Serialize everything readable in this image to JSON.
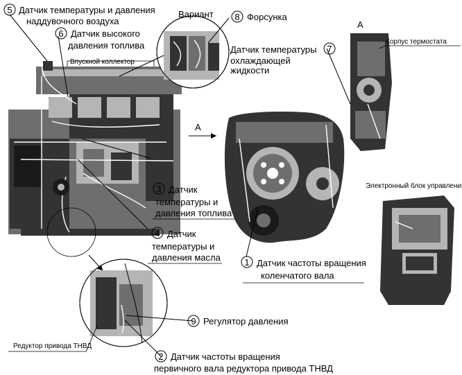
{
  "labels": {
    "s1_num": "1",
    "s1_l1": "Датчик частоты вращения",
    "s1_l2": "коленчатого вала",
    "s2_num": "2",
    "s2_l1": "Датчик частоты вращения",
    "s2_l2": "первичного вала редуктора привода ТНВД",
    "s3_num": "3",
    "s3_l1": "Датчик",
    "s3_l2": "температуры и",
    "s3_l3": "давления топлива",
    "s4_num": "4",
    "s4_l1": "Датчик",
    "s4_l2": "температуры и",
    "s4_l3": "давления масла",
    "s5_num": "5",
    "s5_l1": "Датчик температуры и давления",
    "s5_l2": "наддувочного воздуха",
    "s6_num": "6",
    "s6_l1": "Датчик высокого",
    "s6_l2": "давления топлива",
    "s7_num": "7",
    "s7_l1": "Датчик температуры",
    "s7_l2": "охлаждающей",
    "s7_l3": "жидкости",
    "s8_num": "8",
    "s8_l1": "Форсунка",
    "s9_num": "9",
    "s9_l1": "Регулятор давления"
  },
  "captions": {
    "variant": "Вариант",
    "intake": "Впускной коллектор",
    "view_a_arrow": "A",
    "view_a_title": "A",
    "thermostat": "Корпус термостата",
    "ecu": "Электронный блок управления",
    "reducer": "Редуктор привода ТНВД"
  }
}
